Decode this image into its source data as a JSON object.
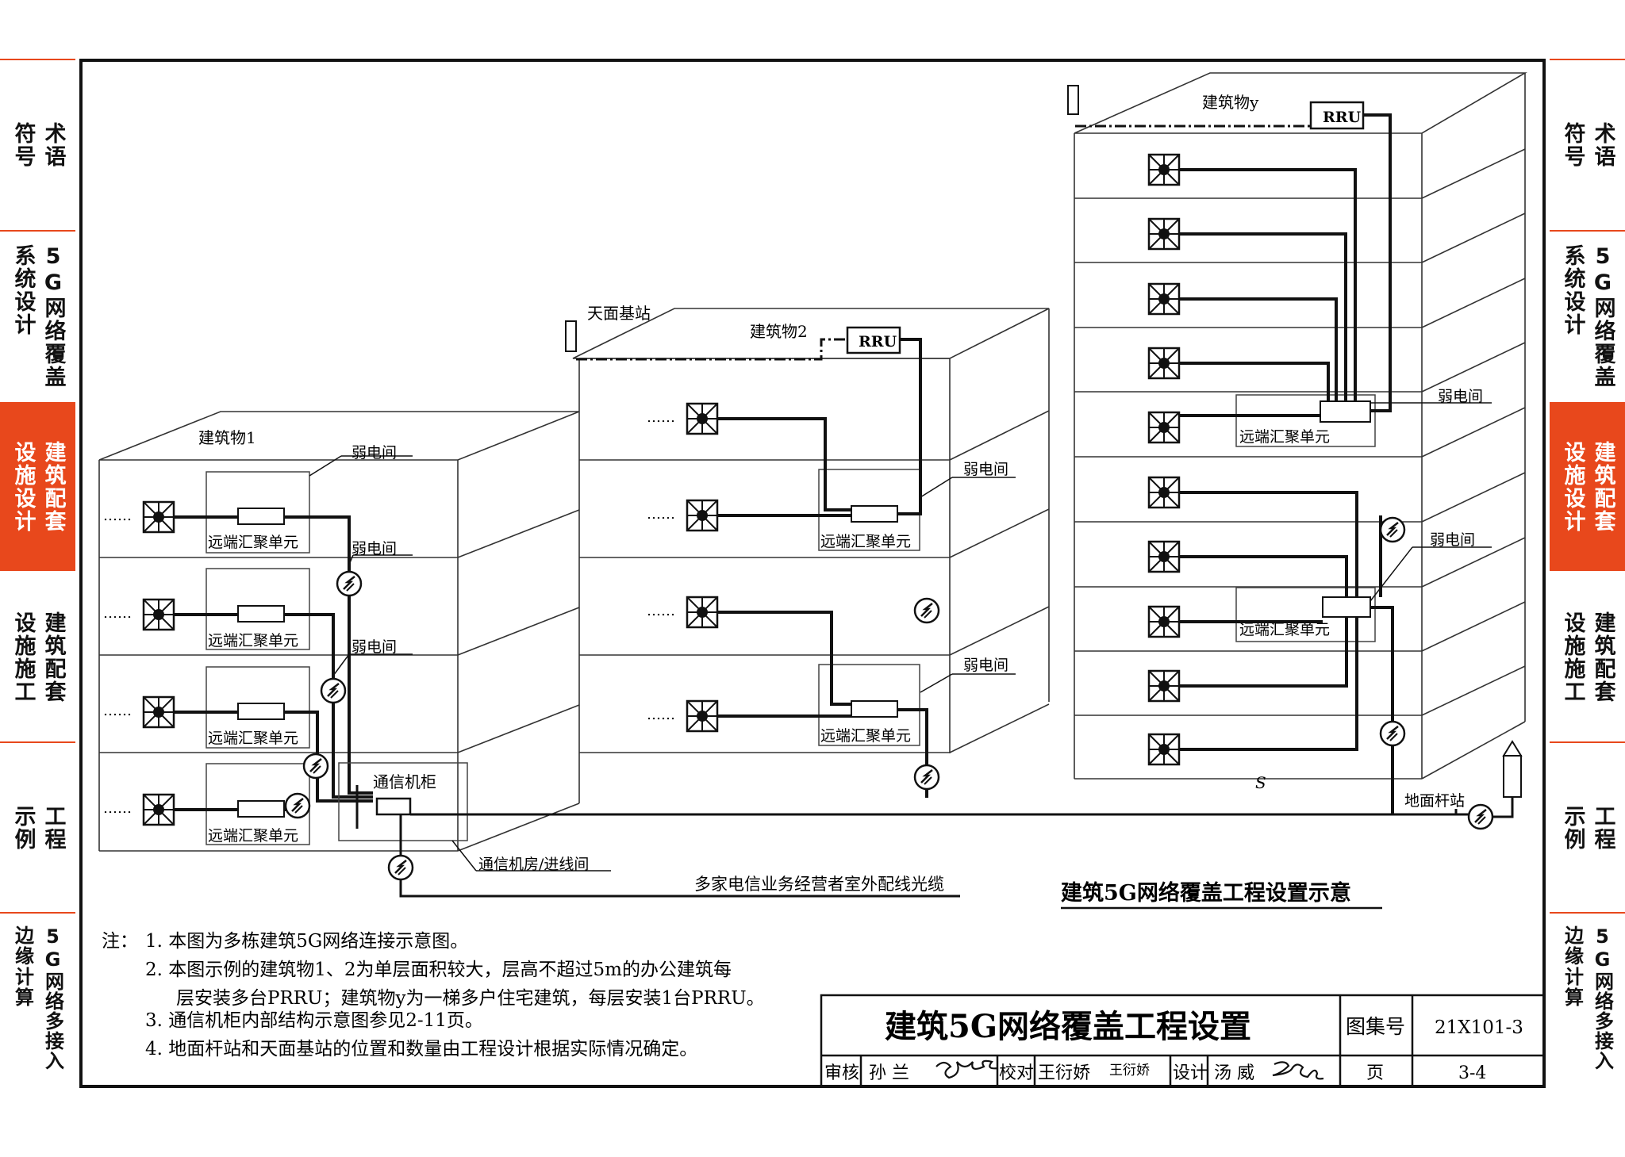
{
  "side_tabs": [
    {
      "label": "术语符号",
      "active": false
    },
    {
      "label": "5G网络覆盖系统设计",
      "active": false
    },
    {
      "label": "建筑配套设施设计",
      "active": true
    },
    {
      "label": "建筑配套设施施工",
      "active": false
    },
    {
      "label": "工程示例",
      "active": false
    },
    {
      "label": "5G网络多接入边缘计算",
      "active": false
    }
  ],
  "tab_columns": [
    [
      "术语",
      "符号"
    ],
    [
      "5G网络覆盖",
      "系统设计"
    ],
    [
      "建筑配套",
      "设施设计"
    ],
    [
      "建筑配套",
      "设施施工"
    ],
    [
      "工程",
      "示例"
    ],
    [
      "5G网络多接入",
      "边缘计算"
    ]
  ],
  "accent_color": "#e8481c",
  "diagram": {
    "labels": {
      "building1": "建筑物1",
      "building2": "建筑物2",
      "buildingy": "建筑物y",
      "rooftop_station": "天面基站",
      "rru": "RRU",
      "weak_room": "弱电间",
      "remote_unit": "远端汇聚单元",
      "comm_cabinet": "通信机柜",
      "comm_room": "通信机房/进线间",
      "ground_station": "地面杆站",
      "outdoor_cable": "多家电信业务经营者室外配线光缆",
      "dots": "……",
      "s_mark": "S"
    },
    "caption": "建筑5G网络覆盖工程设置示意"
  },
  "notes": {
    "prefix": "注：",
    "items": [
      "1.  本图为多栋建筑5G网络连接示意图。",
      "2.  本图示例的建筑物1、2为单层面积较大，层高不超过5m的办公建筑每",
      "层安装多台PRRU；建筑物y为一梯多户住宅建筑，每层安装1台PRRU。",
      "3.  通信机柜内部结构示意图参见2-11页。",
      "4.  地面杆站和天面基站的位置和数量由工程设计根据实际情况确定。"
    ]
  },
  "title_block": {
    "title": "建筑5G网络覆盖工程设置",
    "atlas_label": "图集号",
    "atlas_no": "21X101-3",
    "review_label": "审核",
    "reviewer": "孙 兰",
    "check_label": "校对",
    "checker": "王衍娇",
    "checker_sig": "王衍娇",
    "design_label": "设计",
    "designer": "汤 威",
    "page_label": "页",
    "page_no": "3-4"
  }
}
